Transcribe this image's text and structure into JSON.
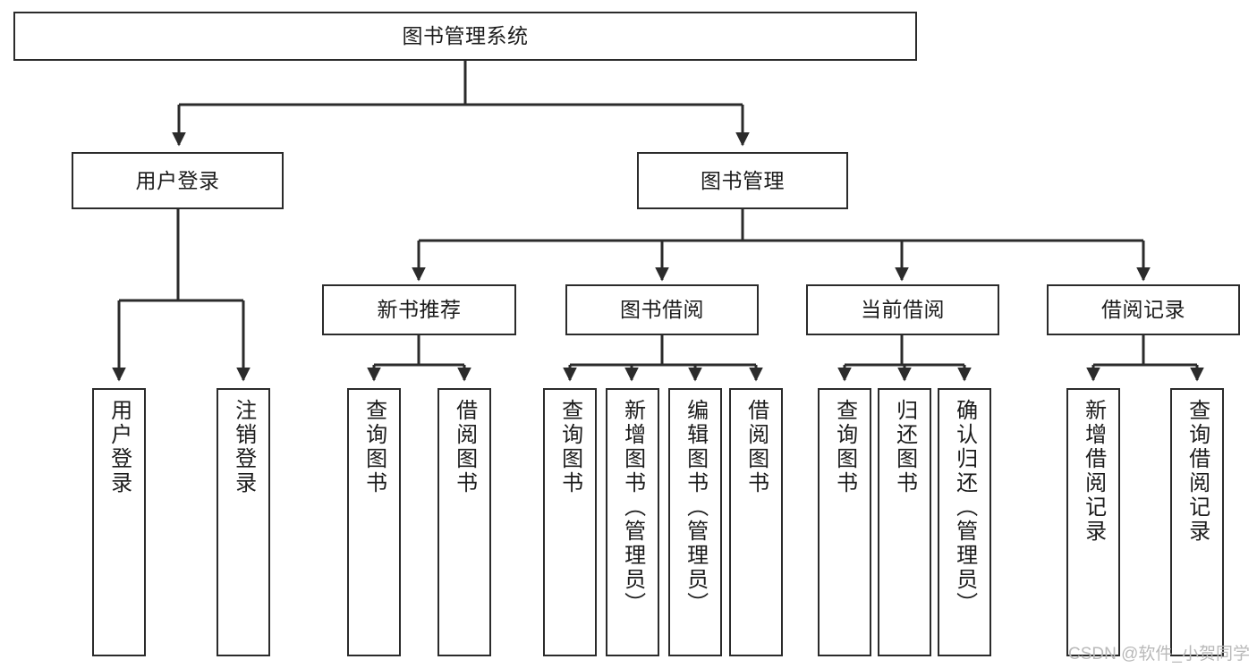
{
  "diagram": {
    "type": "tree-hierarchy",
    "title": "图书管理系统",
    "orientation": "top-down",
    "colors": {
      "stroke": "#2b2b2b",
      "fill": "#ffffff",
      "text": "#1c1c1c",
      "watermark": "#b9b9b9"
    },
    "nodes": {
      "root": {
        "label": "图书管理系统"
      },
      "tier2": [
        {
          "id": "user-login",
          "label": "用户登录"
        },
        {
          "id": "book-manage",
          "label": "图书管理"
        }
      ],
      "tier3": [
        {
          "id": "new-book-recommend",
          "label": "新书推荐"
        },
        {
          "id": "book-borrow",
          "label": "图书借阅"
        },
        {
          "id": "current-borrow",
          "label": "当前借阅"
        },
        {
          "id": "borrow-record",
          "label": "借阅记录"
        }
      ],
      "leaves": {
        "user-login": [
          {
            "id": "leaf-user-login",
            "label": "用户登录"
          },
          {
            "id": "leaf-user-logout",
            "label": "注销登录"
          }
        ],
        "new-book-recommend": [
          {
            "id": "leaf-query-book-1",
            "label": "查询图书"
          },
          {
            "id": "leaf-borrow-book-1",
            "label": "借阅图书"
          }
        ],
        "book-borrow": [
          {
            "id": "leaf-query-book-2",
            "label": "查询图书"
          },
          {
            "id": "leaf-add-book",
            "label": "新增图书（管理员）"
          },
          {
            "id": "leaf-edit-book",
            "label": "编辑图书（管理员）"
          },
          {
            "id": "leaf-borrow-book-2",
            "label": "借阅图书"
          }
        ],
        "current-borrow": [
          {
            "id": "leaf-query-book-3",
            "label": "查询图书"
          },
          {
            "id": "leaf-return-book",
            "label": "归还图书"
          },
          {
            "id": "leaf-confirm-return",
            "label": "确认归还（管理员）"
          }
        ],
        "borrow-record": [
          {
            "id": "leaf-add-record",
            "label": "新增借阅记录"
          },
          {
            "id": "leaf-query-record",
            "label": "查询借阅记录"
          }
        ]
      }
    },
    "watermark": "CSDN @软件_小贺同学"
  }
}
